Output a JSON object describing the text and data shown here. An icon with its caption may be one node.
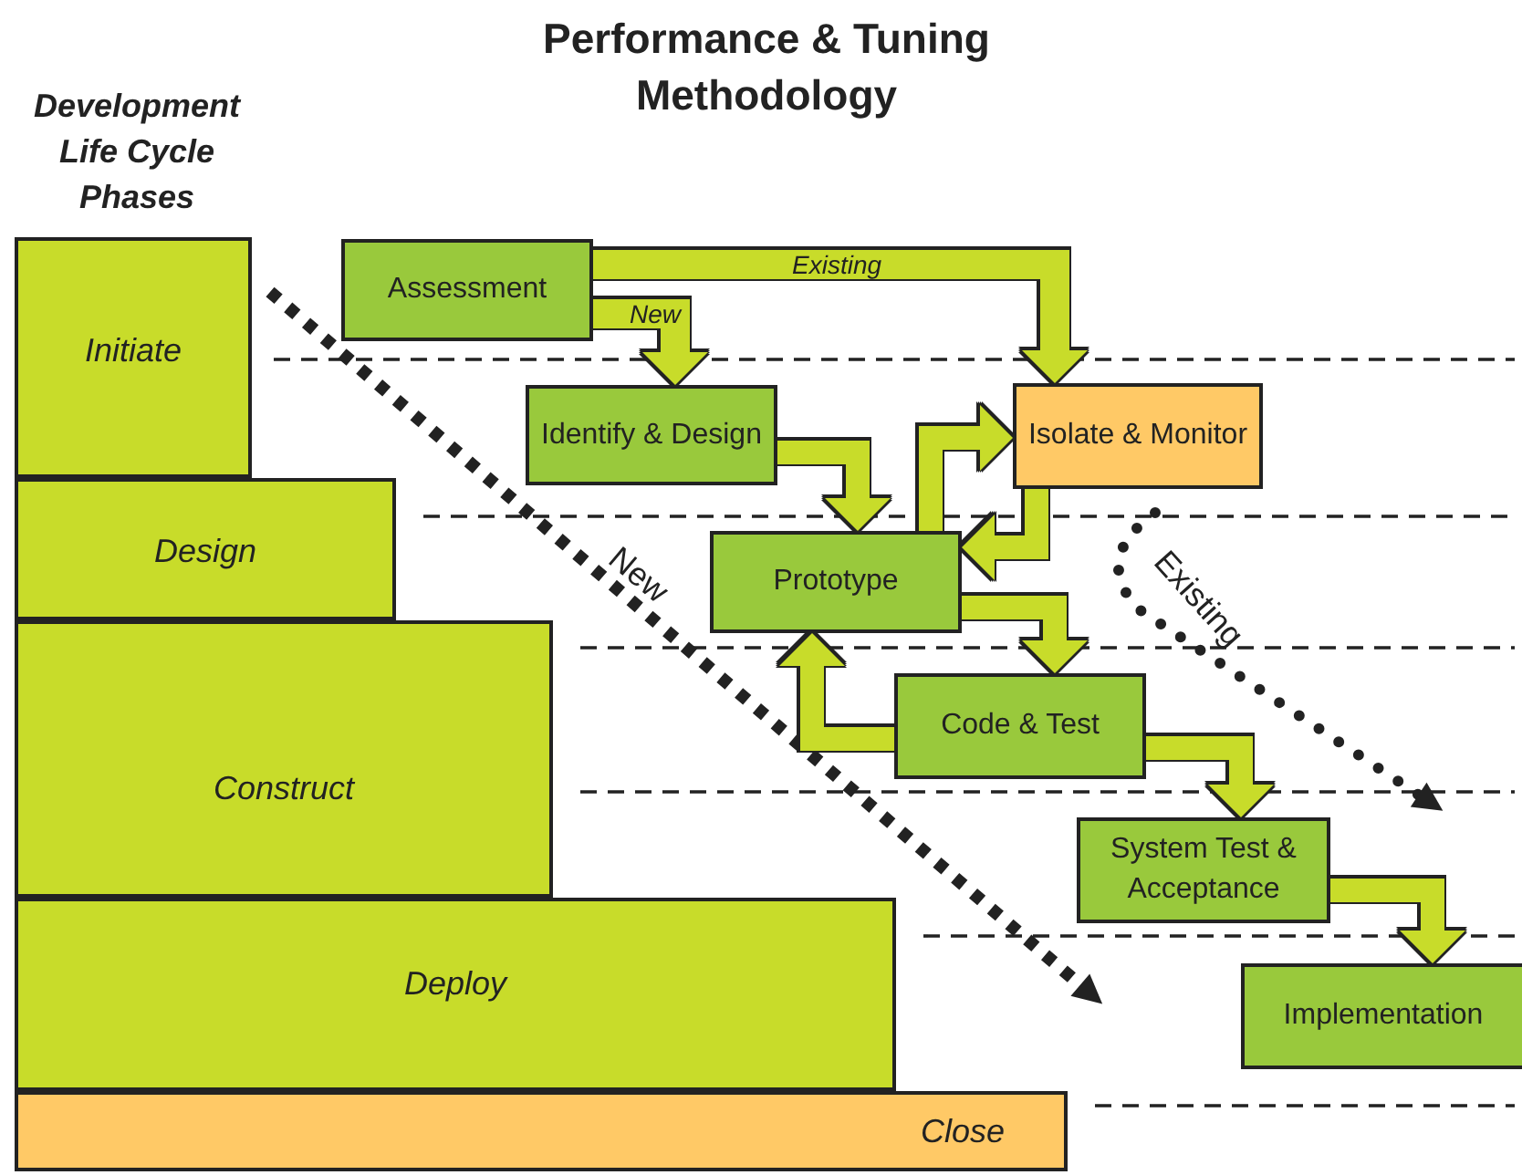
{
  "diagram": {
    "title": "Performance & Tuning Methodology",
    "nodes": [
      {
        "text": [
          "Initiate"
        ]
      },
      {
        "text": [
          "Design"
        ]
      },
      {
        "text": [
          "Construct"
        ]
      },
      {
        "text": [
          "Deploy"
        ]
      },
      {
        "text": [
          "Close"
        ]
      },
      {
        "text": [
          "Assessment"
        ]
      },
      {
        "text": [
          "Identify & Design"
        ]
      },
      {
        "text": [
          "Isolate & Monitor"
        ]
      },
      {
        "text": [
          "Prototype"
        ]
      },
      {
        "text": [
          "Code & Test"
        ]
      },
      {
        "text": [
          "System Test & Acceptance"
        ]
      },
      {
        "text": [
          "Implementation"
        ]
      }
    ],
    "edges": [
      {
        "from": 5,
        "to": 6,
        "arrow": "to",
        "label": "New"
      },
      {
        "from": 5,
        "to": 7,
        "arrow": "to",
        "label": "Existing"
      },
      {
        "from": 6,
        "to": 8,
        "arrow": "to"
      },
      {
        "from": 8,
        "to": 7,
        "arrow": "to"
      },
      {
        "from": 7,
        "to": 8,
        "arrow": "to"
      },
      {
        "from": 8,
        "to": 9,
        "arrow": "to"
      },
      {
        "from": 9,
        "to": 8,
        "arrow": "to"
      },
      {
        "from": 9,
        "to": 10,
        "arrow": "to"
      },
      {
        "from": 10,
        "to": 11,
        "arrow": "to"
      }
    ],
    "labels": [
      "Development Life Cycle Phases",
      "New",
      "Existing"
    ]
  }
}
